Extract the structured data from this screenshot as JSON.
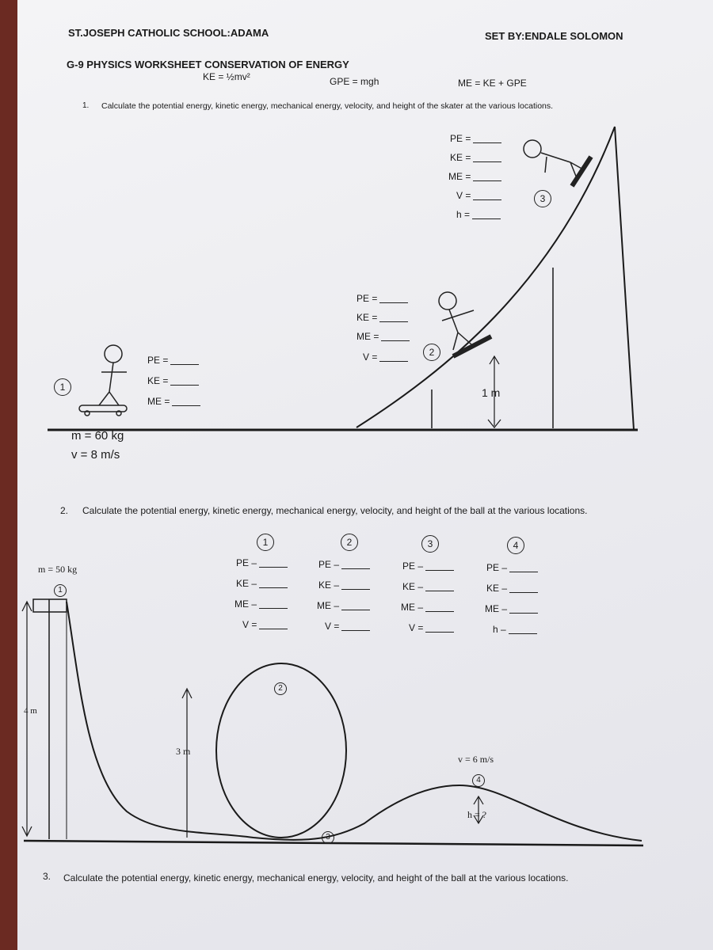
{
  "header": {
    "school": "ST.JOSEPH CATHOLIC SCHOOL:ADAMA",
    "set_by": "SET BY:ENDALE SOLOMON",
    "title": "G-9  PHYSICS WORKSHEET CONSERVATION OF ENERGY"
  },
  "formulas": {
    "ke": "KE = ½mv²",
    "gpe": "GPE = mgh",
    "me": "ME = KE + GPE"
  },
  "q1": {
    "number": "1.",
    "text": "Calculate the potential energy, kinetic energy, mechanical energy, velocity, and height of the skater at the various locations.",
    "mass": "m = 60 kg",
    "velocity": "v = 8 m/s",
    "height_label": "1 m",
    "marker1": "1",
    "marker2": "2",
    "marker3": "3",
    "loc1": [
      "PE =",
      "KE =",
      "ME ="
    ],
    "loc2": [
      "PE =",
      "KE =",
      "ME =",
      "V ="
    ],
    "loc3": [
      "PE =",
      "KE =",
      "ME =",
      "V =",
      "h ="
    ]
  },
  "q2": {
    "number": "2.",
    "text": "Calculate the potential energy, kinetic energy, mechanical energy, velocity, and height of the ball at the various locations.",
    "mass": "m = 50 kg",
    "h4": "4 m",
    "h3": "3 m",
    "v_top": "v = 6 m/s",
    "h_unknown": "h = ?",
    "cols": [
      {
        "num": "1",
        "labels": [
          "PE –",
          "KE –",
          "ME –",
          "V ="
        ]
      },
      {
        "num": "2",
        "labels": [
          "PE –",
          "KE –",
          "ME –",
          "V ="
        ]
      },
      {
        "num": "3",
        "labels": [
          "PE –",
          "KE –",
          "ME –",
          "V ="
        ]
      },
      {
        "num": "4",
        "labels": [
          "PE –",
          "KE –",
          "ME –",
          "h –"
        ]
      }
    ],
    "track_markers": [
      "1",
      "2",
      "3",
      "4"
    ]
  },
  "q3": {
    "number": "3.",
    "text": "Calculate the potential energy, kinetic energy, mechanical energy, velocity, and height of the ball at the various locations."
  }
}
